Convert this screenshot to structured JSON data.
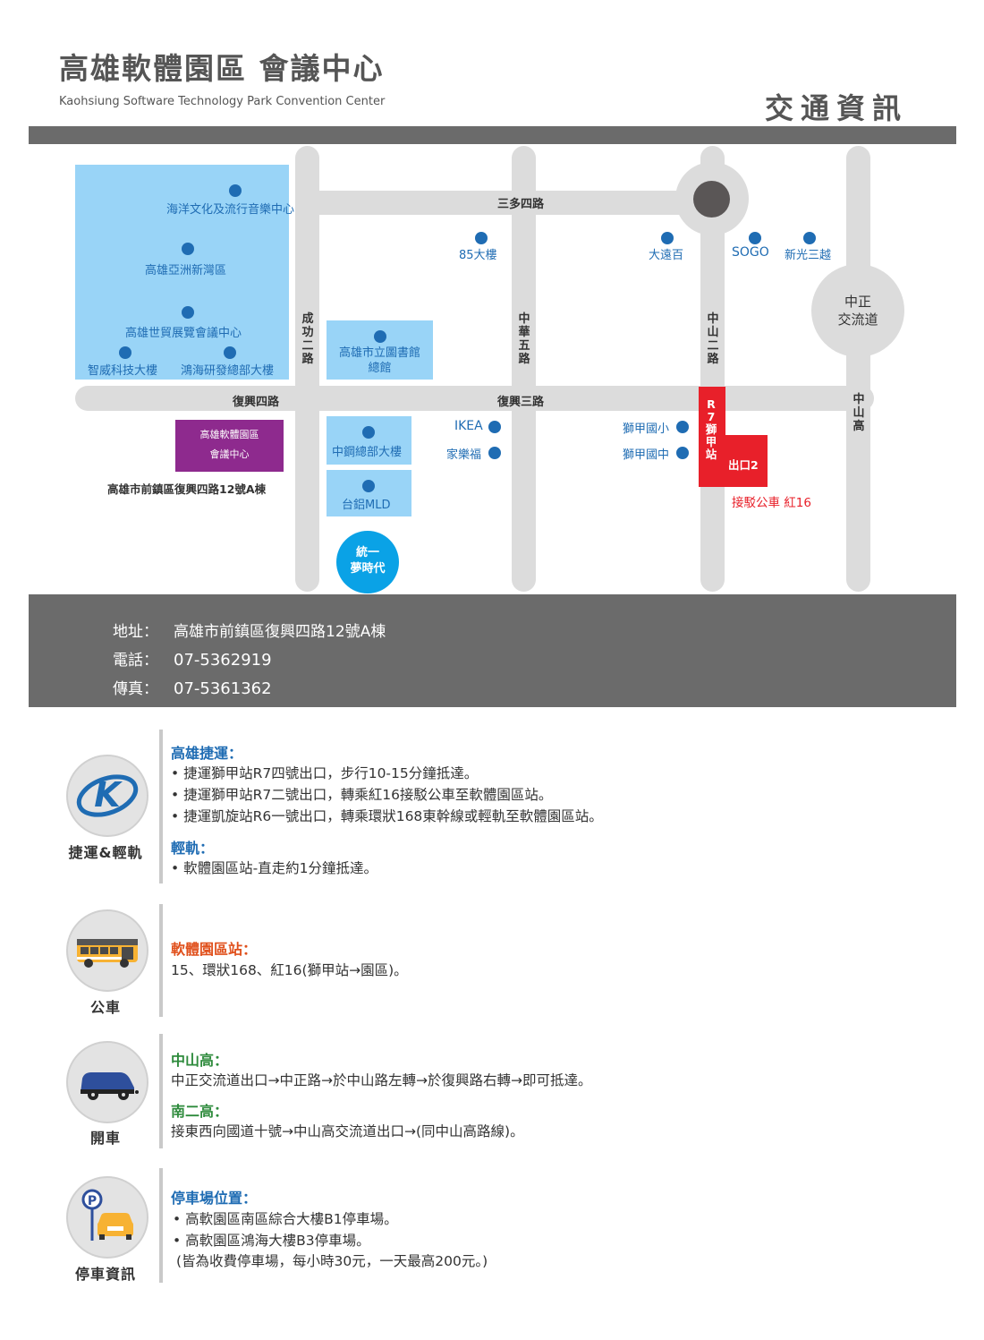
{
  "header": {
    "title_cn": "高雄軟體園區 會議中心",
    "title_en": "Kaohsiung Software Technology Park Convention Center",
    "page_label": "交通資訊"
  },
  "map": {
    "roads": {
      "sanduo4": "三多四路",
      "fuxing4": "復興四路",
      "fuxing3": "復興三路",
      "chenggong2": "成功二路",
      "zhonghua5": "中華五路",
      "zhongshan2": "中山二路",
      "zhongshan_hwy": "中山高"
    },
    "places": {
      "ocean_center": "海洋文化及流行音樂中心",
      "asia_bay": "高雄亞洲新灣區",
      "exhibition": "高雄世貿展覽會議中心",
      "zhiwei": "智威科技大樓",
      "honghai": "鴻海研發總部大樓",
      "library_line1": "高雄市立圖書館",
      "library_line2": "總館",
      "tower85": "85大樓",
      "fareastern": "大遠百",
      "sogo": "SOGO",
      "shinkong": "新光三越",
      "ikea": "IKEA",
      "carrefour": "家樂福",
      "lingya_elem": "獅甲國小",
      "lingya_jr": "獅甲國中",
      "csc": "中鋼總部大樓",
      "taiwan_mld": "台鋁MLD",
      "dream_mall_line1": "統一",
      "dream_mall_line2": "夢時代"
    },
    "interchange_line1": "中正",
    "interchange_line2": "交流道",
    "venue_line1": "高雄軟體園區",
    "venue_line2": "會議中心",
    "venue_address": "高雄市前鎮區復興四路12號A棟",
    "mrt_station": "R7獅甲站",
    "exit": "出口2",
    "shuttle": "接駁公車 紅16"
  },
  "info": {
    "address_label": "地址：",
    "address": "高雄市前鎮區復興四路12號A棟",
    "phone_label": "電話：",
    "phone": "07-5362919",
    "fax_label": "傳真：",
    "fax": "07-5361362"
  },
  "sections": {
    "mrt": {
      "caption": "捷運&輕軌",
      "heading1": "高雄捷運：",
      "items": [
        "• 捷運獅甲站R7四號出口，步行10-15分鐘抵達。",
        "• 捷運獅甲站R7二號出口，轉乘紅16接駁公車至軟體園區站。",
        "• 捷運凱旋站R6一號出口，轉乘環狀168東幹線或輕軌至軟體園區站。"
      ],
      "heading2": "輕軌：",
      "items2": [
        "• 軟體園區站-直走約1分鐘抵達。"
      ]
    },
    "bus": {
      "caption": "公車",
      "heading": "軟體園區站：",
      "text": "15、環狀168、紅16(獅甲站→園區)。"
    },
    "car": {
      "caption": "開車",
      "heading1": "中山高：",
      "text1": "中正交流道出口→中正路→於中山路左轉→於復興路右轉→即可抵達。",
      "heading2": "南二高：",
      "text2": "接東西向國道十號→中山高交流道出口→(同中山高路線)。"
    },
    "parking": {
      "caption": "停車資訊",
      "heading": "停車場位置：",
      "items": [
        "• 高軟園區南區綜合大樓B1停車場。",
        "• 高軟園區鴻海大樓B3停車場。",
        " (皆為收費停車場，每小時30元，一天最高200元。)"
      ]
    }
  },
  "colors": {
    "road": "#dcdcdc",
    "zone": "#99d4f7",
    "poi": "#1f6cb3",
    "venue": "#8e2a8e",
    "mrt": "#e8202a",
    "dark_bar": "#6b6b6b",
    "mrt_heading": "#1f6cb3",
    "bus_heading": "#e0501c",
    "car_heading": "#2e8b3c",
    "parking_heading": "#1f6cb3"
  }
}
